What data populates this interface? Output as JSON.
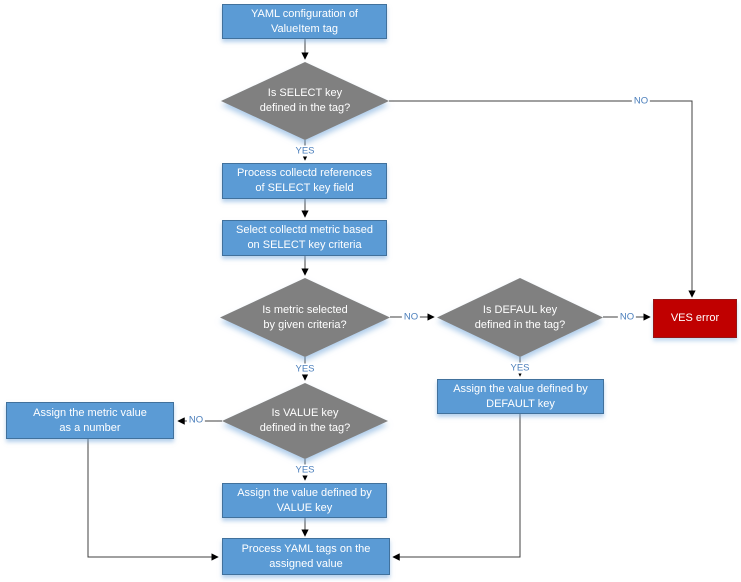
{
  "diagram": {
    "nodes": {
      "start": {
        "line1": "YAML configuration of",
        "line2": "ValueItem tag"
      },
      "select_decision": {
        "line1": "Is SELECT key",
        "line2": "defined in the tag?"
      },
      "process_refs": {
        "line1": "Process collectd references",
        "line2": "of SELECT key field"
      },
      "select_metric": {
        "line1": "Select collectd metric based",
        "line2": "on SELECT key criteria"
      },
      "metric_decision": {
        "line1": "Is metric selected",
        "line2": "by given criteria?"
      },
      "default_decision": {
        "line1": "Is DEFAUL key",
        "line2": "defined in the tag?"
      },
      "ves_error": {
        "label": "VES error"
      },
      "assign_default": {
        "line1": "Assign the value defined by",
        "line2": "DEFAULT key"
      },
      "value_decision": {
        "line1": "Is VALUE key",
        "line2": "defined in the tag?"
      },
      "assign_number": {
        "line1": "Assign the metric value",
        "line2": "as a number"
      },
      "assign_value": {
        "line1": "Assign the value defined by",
        "line2": "VALUE key"
      },
      "process_yaml": {
        "line1": "Process YAML tags on the",
        "line2": "assigned value"
      }
    },
    "edge_labels": {
      "select_no": "NO",
      "select_yes": "YES",
      "metric_no": "NO",
      "metric_yes": "YES",
      "default_no": "NO",
      "default_yes": "YES",
      "value_no": "NO",
      "value_yes": "YES"
    },
    "colors": {
      "process_fill": "#5B9BD5",
      "process_border": "#41719C",
      "decision_fill": "#808080",
      "error_fill": "#C00000",
      "error_border": "#951616",
      "connector": "#404040",
      "edge_label_text": "#4A7EBB"
    }
  }
}
